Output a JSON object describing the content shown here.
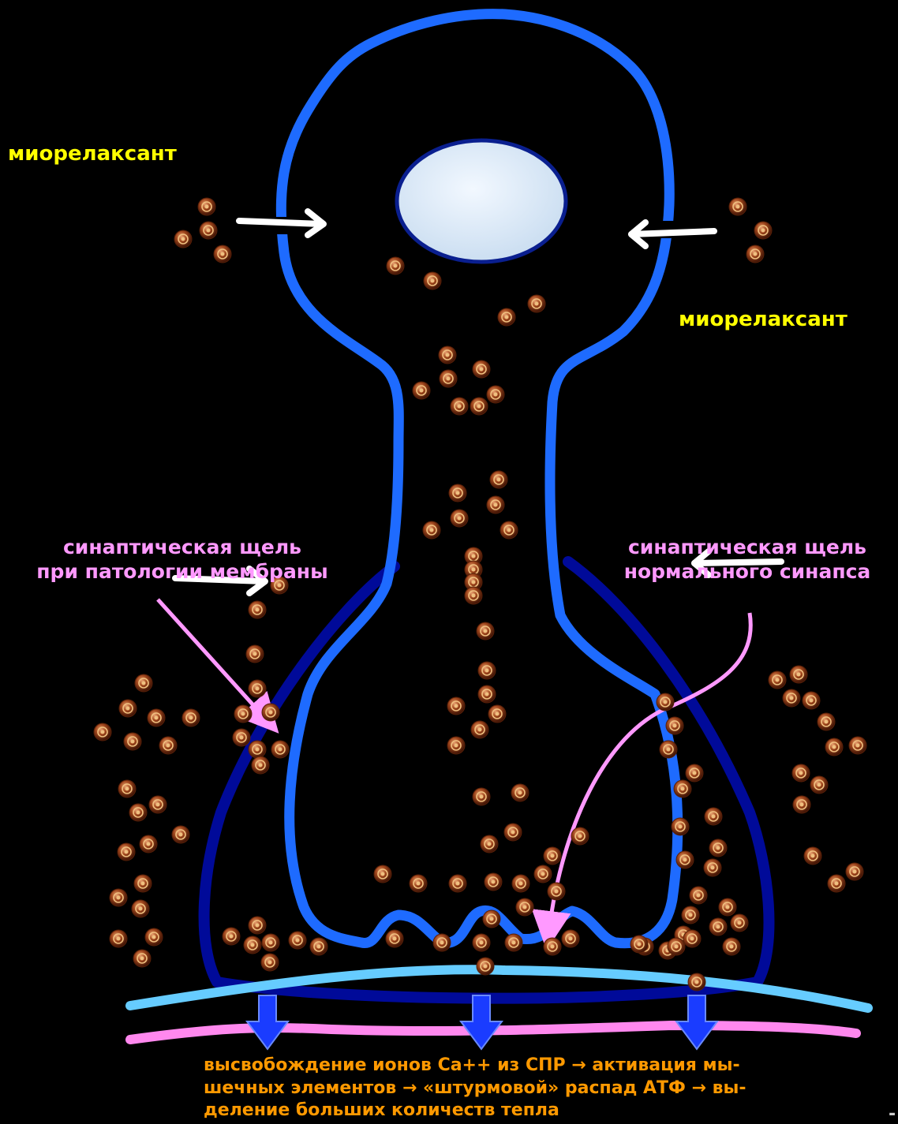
{
  "labels": {
    "myorelaxant_left": "миорелаксант",
    "myorelaxant_right": "миорелаксант",
    "cleft_pathology": [
      "синаптическая щель",
      "при патологии мембраны"
    ],
    "cleft_normal": [
      "синаптическая щель",
      "нормального синапса"
    ]
  },
  "caption": [
    "высвобождение ионов Са++ из СПР → активация мы-",
    "шечных элементов → «штурмовой» распад АТФ → вы-",
    "деление больших количеств тепла"
  ],
  "colors": {
    "background": "#000000",
    "neuron_membrane": "#1e6bff",
    "pathologic_membrane": "#000a99",
    "postsynaptic_top": "#66ccff",
    "postsynaptic_bottom": "#ff88ee",
    "nucleus_fill": "#ddeeff",
    "nucleus_border": "#0a1f8f",
    "vesicle": "#8a3b16",
    "arrow_white": "#ffffff",
    "arrow_pink": "#ff99ff",
    "arrow_blue": "#1a3cff",
    "label_yellow": "#ffff00",
    "label_pink": "#ff99ff",
    "caption_orange": "#ff9900"
  },
  "icons": [
    "vesicle-icon",
    "white-arrow-icon",
    "pink-arrow-icon",
    "blue-down-arrow-icon"
  ]
}
